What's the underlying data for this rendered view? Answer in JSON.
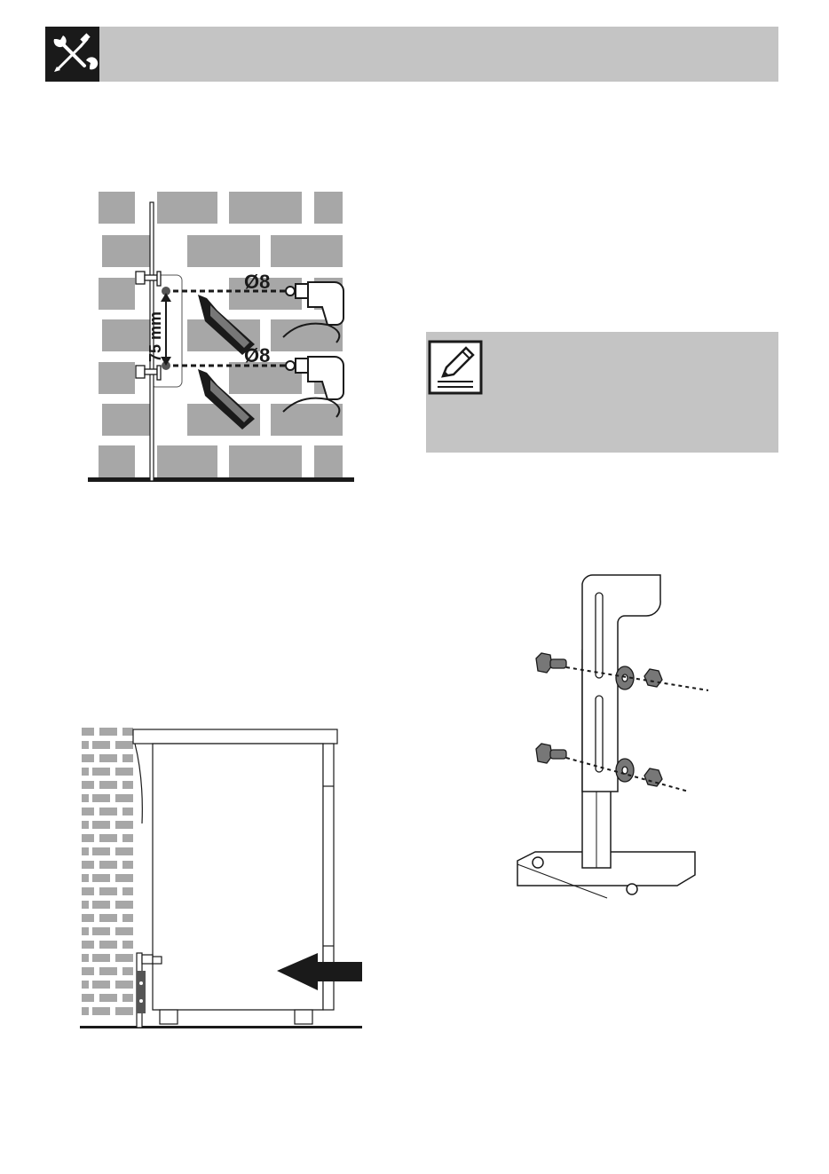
{
  "header": {
    "title": "",
    "icon": "tools-icon",
    "bar_color": "#c4c4c4",
    "icon_bg": "#1a1a1a"
  },
  "figure_wall_drilling": {
    "upper_hole_diameter": "Ø8",
    "lower_hole_diameter": "Ø8",
    "spacing": "75 mm"
  },
  "note": {
    "icon": "pencil-note-icon",
    "text": "",
    "bg_color": "#c4c4c4"
  },
  "figure_bracket": {
    "icon": "bracket-bolt-assembly"
  },
  "figure_cooker_push": {
    "icon": "push-arrow"
  }
}
